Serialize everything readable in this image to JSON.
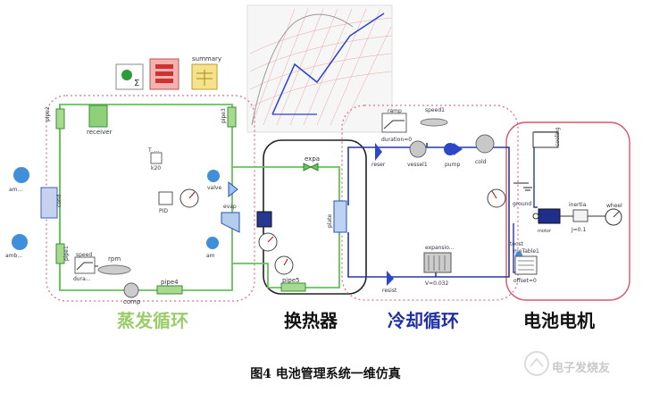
{
  "sections": {
    "evaporation": "蒸发循环",
    "heat_exchanger": "换热器",
    "cooling": "冷却循环",
    "battery_motor": "电池电机"
  },
  "section_colors": {
    "evaporation": "#9acd6a",
    "heat_exchanger": "#111111",
    "cooling": "#1f2fa8",
    "battery_motor": "#111111"
  },
  "top_icons": {
    "summary": "summary"
  },
  "evaporation_labels": {
    "pipe2": "pipe2",
    "receiver": "receiver",
    "pipe3": "pipe3",
    "cond": "cond",
    "pipe1": "pipe1",
    "speed": "speed",
    "rpm": "rpm",
    "duration": "dura...",
    "comp": "comp",
    "pipe4": "pipe4",
    "amb_top": "am...",
    "amb_bottom": "amb...",
    "ambient_probe": "am",
    "temp": "T_...",
    "k20": "k20",
    "pid": "PID",
    "valve": "valve",
    "evap": "evap"
  },
  "heat_exchanger_labels": {
    "expa": "expa",
    "pipe5": "pipe5",
    "plate": "plate"
  },
  "cooling_labels": {
    "ramp": "ramp",
    "duration": "duration=0",
    "speed1": "speed1",
    "reser": "reser",
    "vessel": "vessel1",
    "pump": "pump",
    "cold": "cold",
    "expansion": "expansio...",
    "volume": "V=0.032",
    "resist": "resist"
  },
  "battery_labels": {
    "ground": "ground",
    "inertia": "inertia",
    "j": "J=0.1",
    "wheel": "wheel",
    "motor": "motor",
    "tecst": "tecst",
    "me_table": "meTable1",
    "offset": "offset=0",
    "cooling": "cooling"
  },
  "caption": "图4  电池管理系统一维仿真",
  "watermark": "电子发烧友"
}
